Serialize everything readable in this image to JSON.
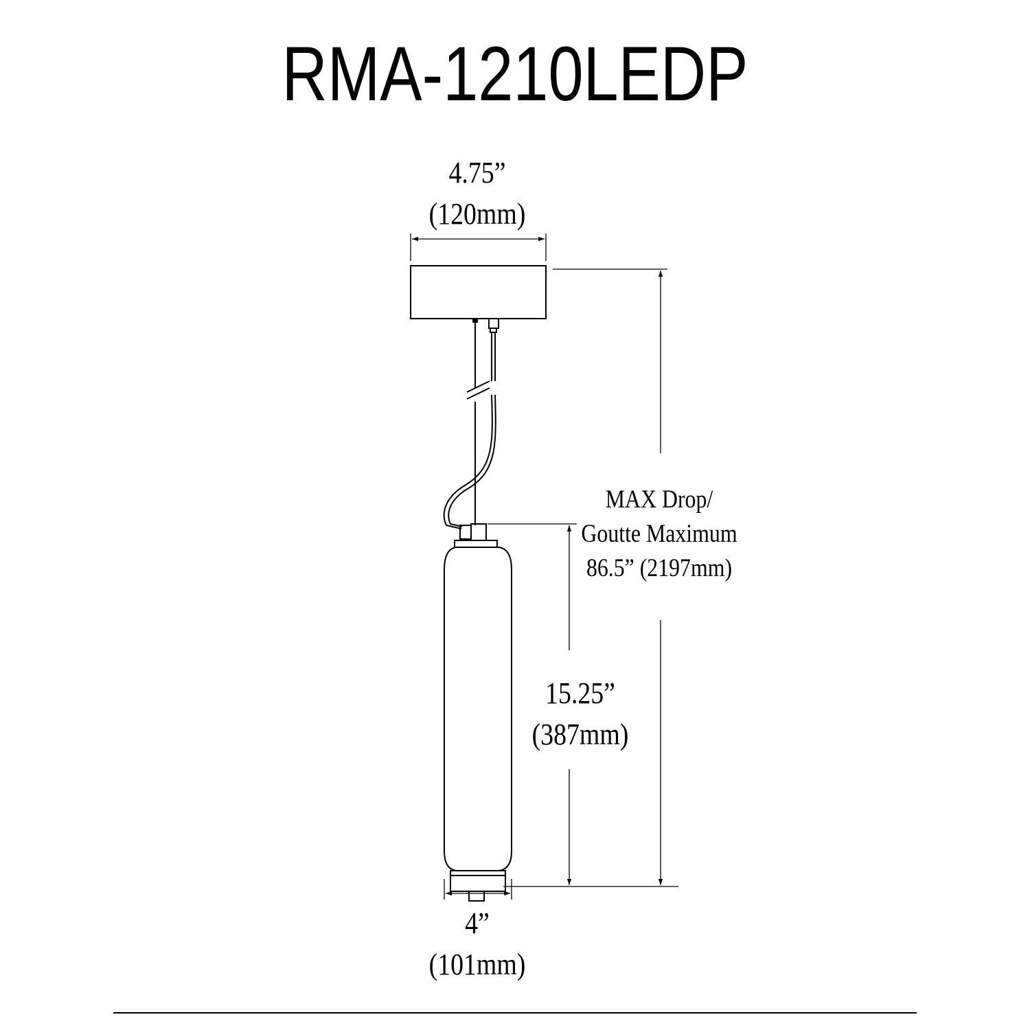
{
  "title": "RMA-1210LEDP",
  "dimensions": {
    "canopy_width": {
      "imperial": "4.75”",
      "metric": "(120mm)"
    },
    "max_drop": {
      "line1": "MAX Drop/",
      "line2": "Goutte Maximum",
      "line3": "86.5” (2197mm)"
    },
    "body_height": {
      "imperial": "15.25”",
      "metric": "(387mm)"
    },
    "body_width": {
      "imperial": "4”",
      "metric": "(101mm)"
    }
  }
}
